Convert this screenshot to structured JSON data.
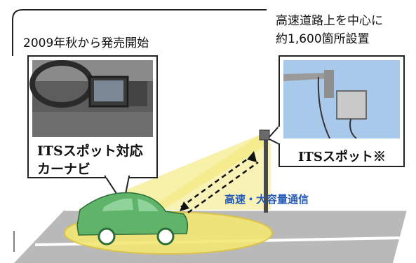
{
  "captions": {
    "release": "2009年秋から発売開始",
    "install_line1": "高速道路上を中心に",
    "install_line2": "約1,600箇所設置"
  },
  "labels": {
    "navi_line1": "ITSスポット対応",
    "navi_line2": "カーナビ",
    "spot": "ITSスポット※",
    "communication": "高速・大容量通信"
  },
  "colors": {
    "beam_yellow": "#f7ef9a",
    "car_green": "#5fb46a",
    "road_gray": "#b9b9b9",
    "comm_blue": "#2459b8",
    "sky_blue": "#a9c9ea"
  },
  "icons": [
    "car-icon",
    "antenna-pole-icon",
    "bidirectional-arrow-icon"
  ]
}
